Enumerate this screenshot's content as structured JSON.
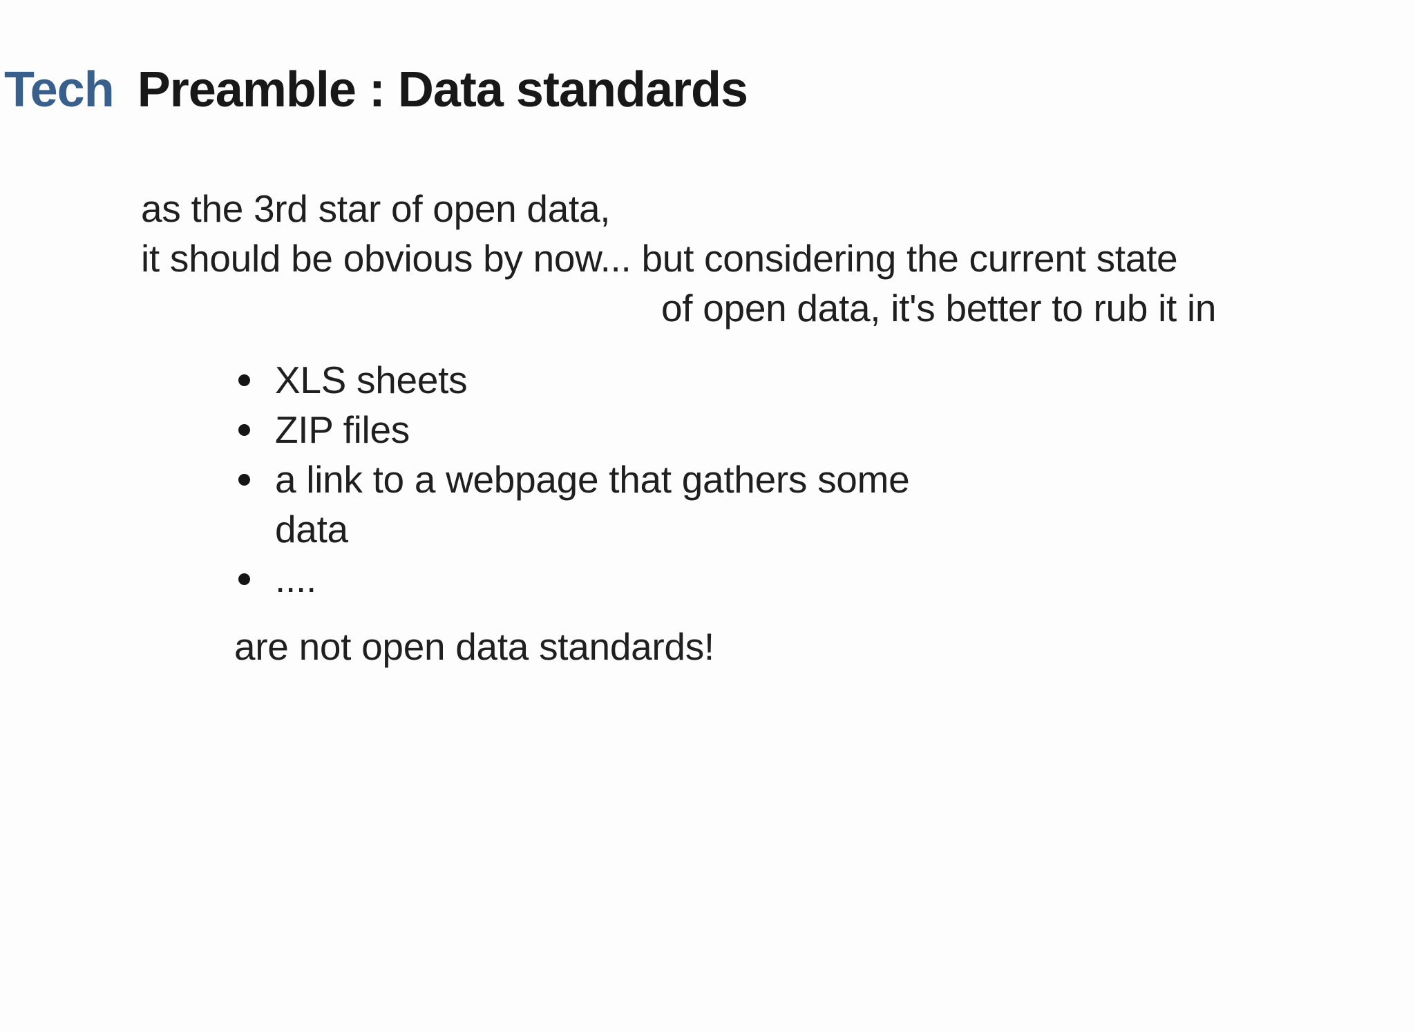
{
  "header": {
    "category": "Tech",
    "title": "Preamble : Data standards"
  },
  "body": {
    "intro_lines": [
      "as the 3rd star of open data,",
      "it should be obvious by now... but considering the current state",
      "of open data, it's better to rub it in"
    ],
    "bullets": [
      "XLS sheets",
      "ZIP files",
      "a link to a webpage that gathers some data",
      "...."
    ],
    "conclusion": "are not open data standards!"
  },
  "colors": {
    "background": "#fdfdfd",
    "category_label": "#395f8d",
    "title_text": "#181818",
    "body_text": "#1f1f1f",
    "bullet_dot": "#151515"
  }
}
